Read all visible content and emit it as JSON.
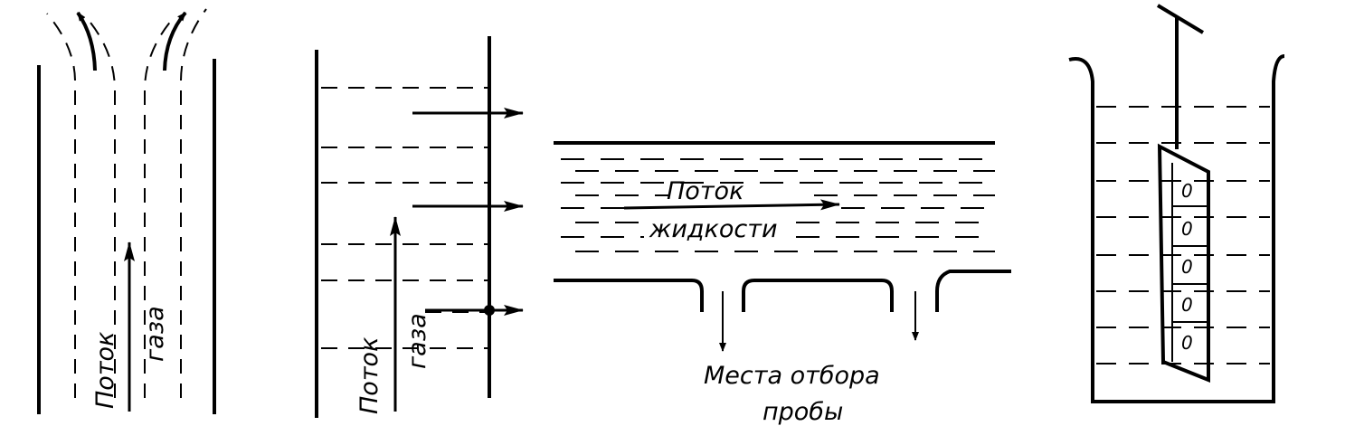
{
  "panel_a": {
    "flow_word": "Поток",
    "medium_word": "газа"
  },
  "panel_b": {
    "flow_word": "Поток",
    "medium_word": "газа"
  },
  "panel_c": {
    "flow_line1": "Поток",
    "flow_line2": "жидкости",
    "sample_line1": "Места отбора",
    "sample_line2": "пробы"
  },
  "panel_d": {
    "hole_marks": [
      "0",
      "0",
      "0",
      "0",
      "0"
    ]
  },
  "colors": {
    "ink": "#000000",
    "paper": "#ffffff"
  }
}
